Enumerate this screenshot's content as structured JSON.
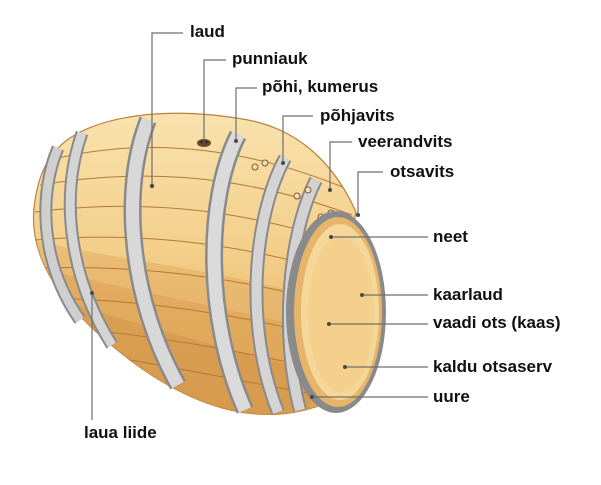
{
  "diagram": {
    "subject": "barrel",
    "colors": {
      "wood_light": "#f6d79a",
      "wood_mid": "#e8b765",
      "wood_dark": "#c9893f",
      "hoop": "#b9b9b9",
      "hoop_edge": "#8a8a8a",
      "leader": "#6f6f6f"
    },
    "labels": {
      "laud": "laud",
      "punniauk": "punniauk",
      "pohi_kumerus": "põhi, kumerus",
      "pohjavits": "põhjavits",
      "veerandvits": "veerandvits",
      "otsavits": "otsavits",
      "neet": "neet",
      "kaarlaud": "kaarlaud",
      "vaadi_ots": "vaadi ots (kaas)",
      "kaldu_otsaserv": "kaldu otsaserv",
      "uure": "uure",
      "laua_liide": "laua liide"
    }
  }
}
